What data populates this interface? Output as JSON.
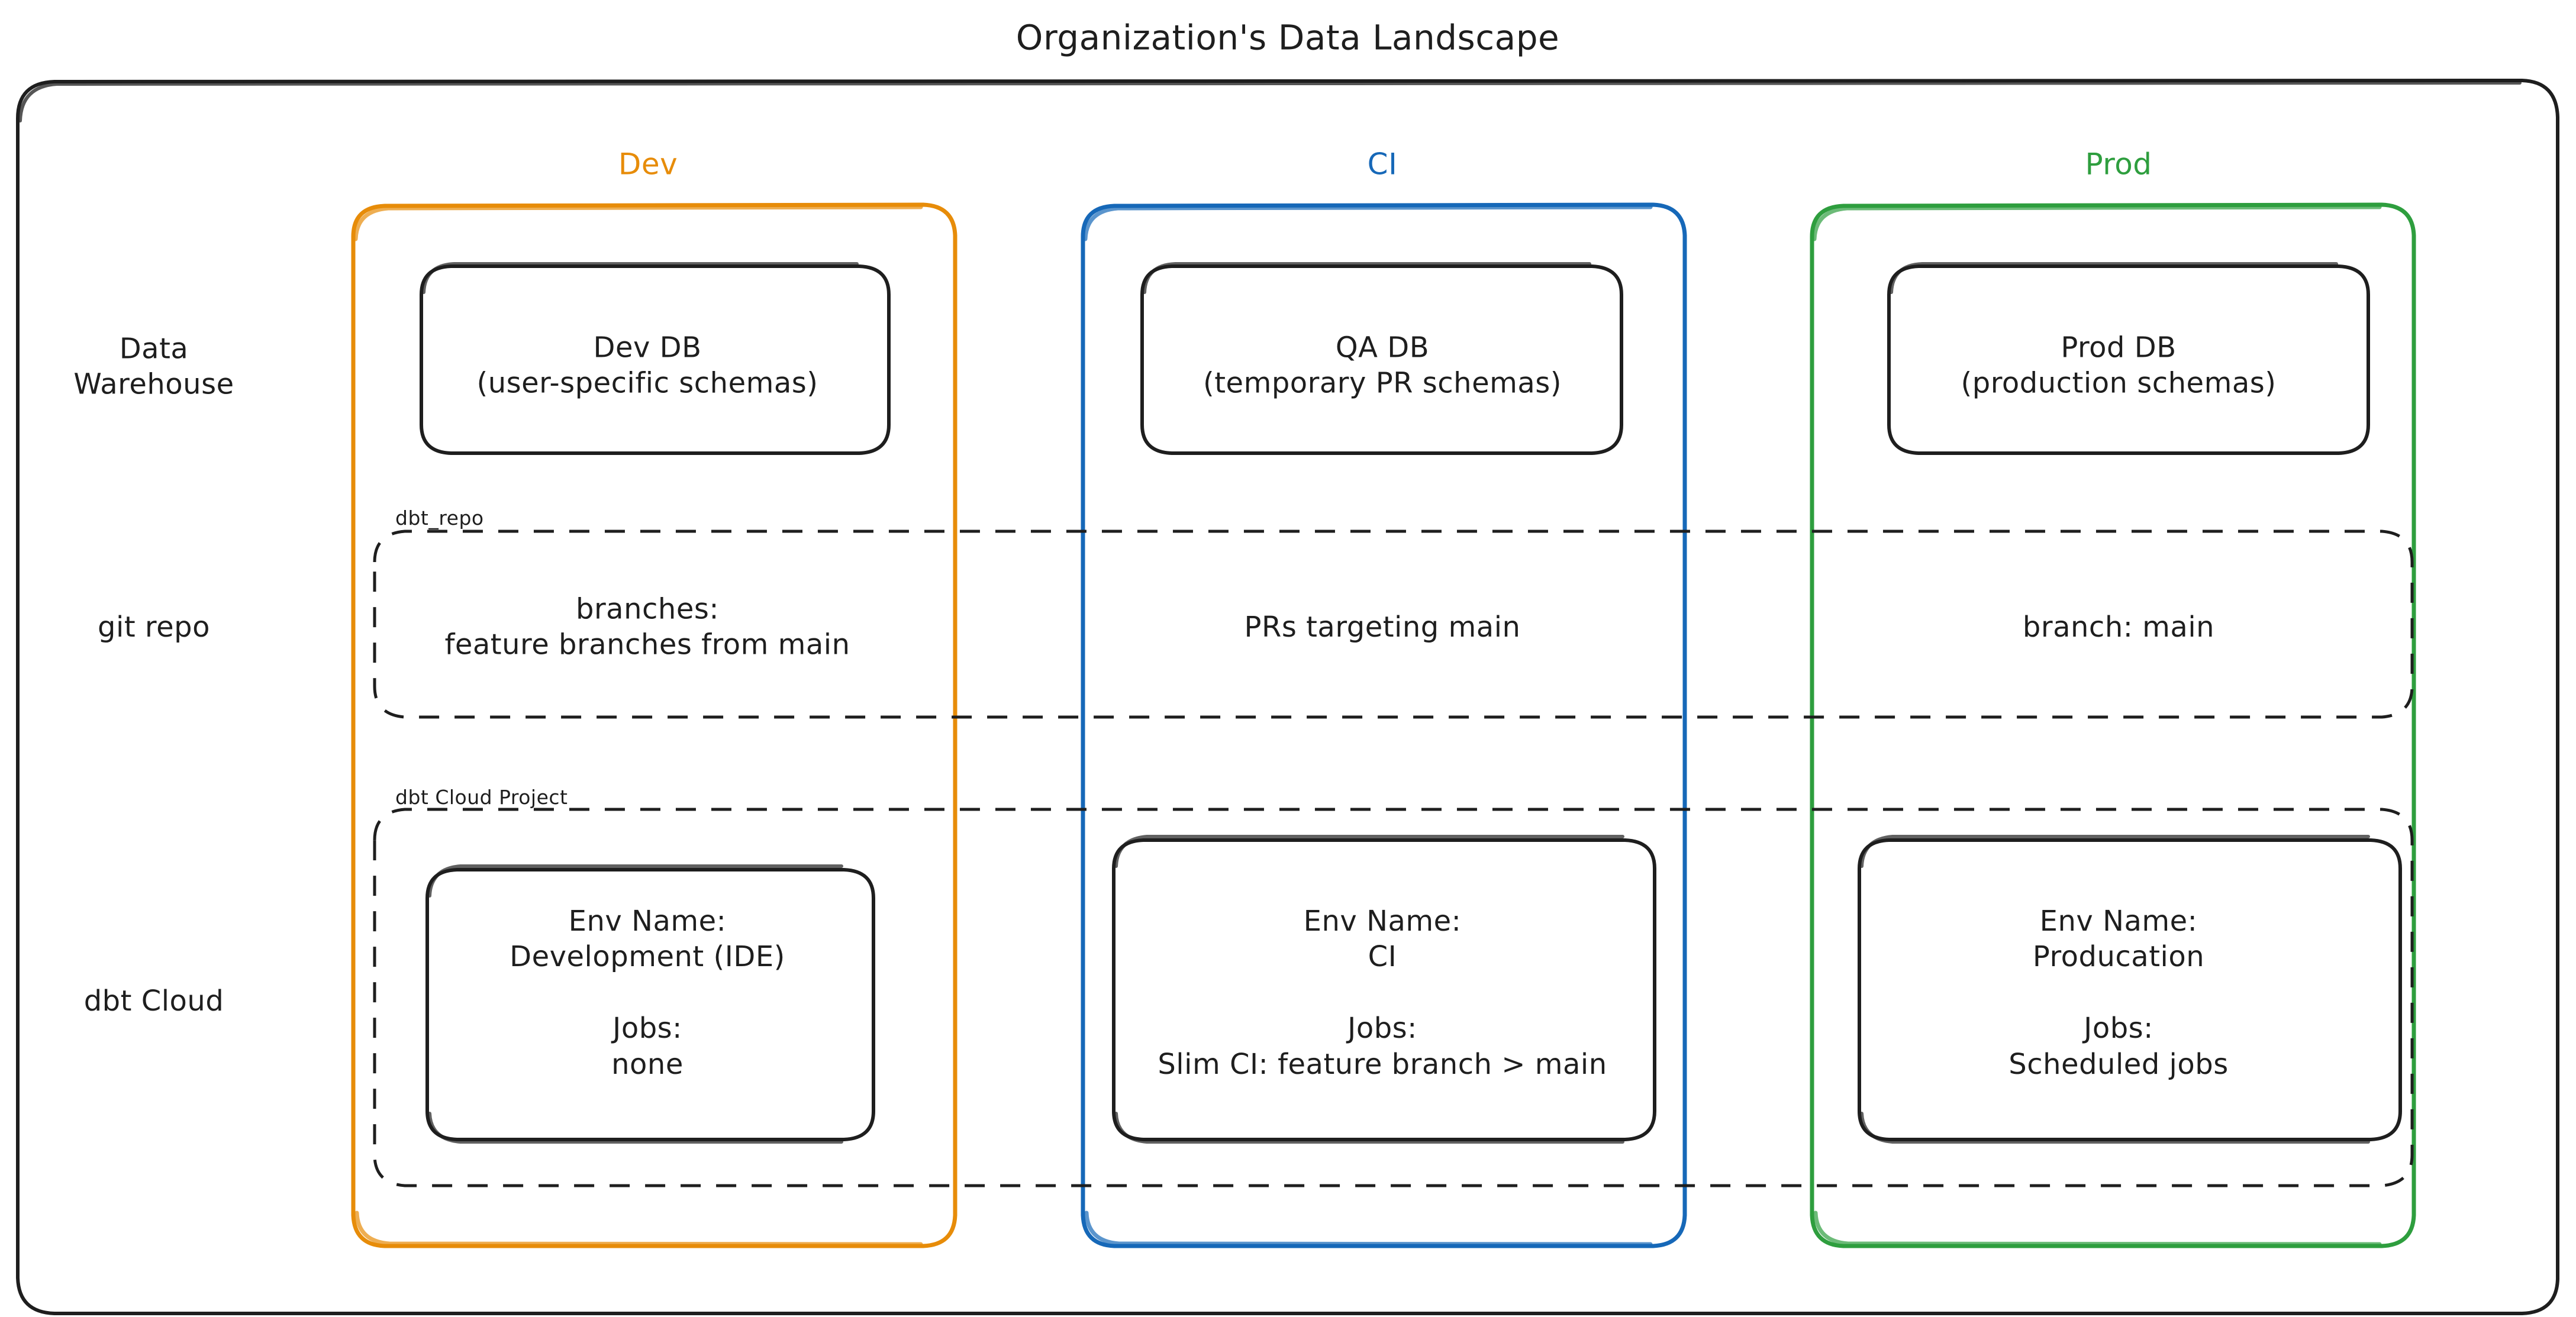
{
  "diagram": {
    "title": "Organization's Data Landscape",
    "type": "matrix-diagram",
    "colors": {
      "dev": "#e78c09",
      "ci": "#1668b8",
      "prod": "#2e9e3e",
      "stroke": "#1e1e1e",
      "background": "#ffffff"
    },
    "columns": [
      {
        "key": "dev",
        "label": "Dev",
        "color": "#e78c09"
      },
      {
        "key": "ci",
        "label": "CI",
        "color": "#1668b8"
      },
      {
        "key": "prod",
        "label": "Prod",
        "color": "#2e9e3e"
      }
    ],
    "rows": [
      {
        "key": "warehouse",
        "label": "Data\nWarehouse"
      },
      {
        "key": "git",
        "label": "git repo"
      },
      {
        "key": "dbtcloud",
        "label": "dbt Cloud"
      }
    ],
    "group_tags": {
      "git_repo": "dbt_repo",
      "dbt_cloud_project": "dbt Cloud Project"
    },
    "cells": {
      "warehouse": {
        "dev": "Dev DB\n(user-specific schemas)",
        "ci": "QA DB\n(temporary PR schemas)",
        "prod": "Prod DB\n(production schemas)"
      },
      "git": {
        "dev": "branches:\nfeature branches from main",
        "ci": "PRs targeting main",
        "prod": "branch: main"
      },
      "dbtcloud": {
        "dev": "Env Name:\nDevelopment (IDE)\n\nJobs:\nnone",
        "ci": "Env Name:\nCI\n\nJobs:\nSlim CI: feature branch > main",
        "prod": "Env Name:\nProducation\n\nJobs:\nScheduled jobs"
      }
    }
  }
}
